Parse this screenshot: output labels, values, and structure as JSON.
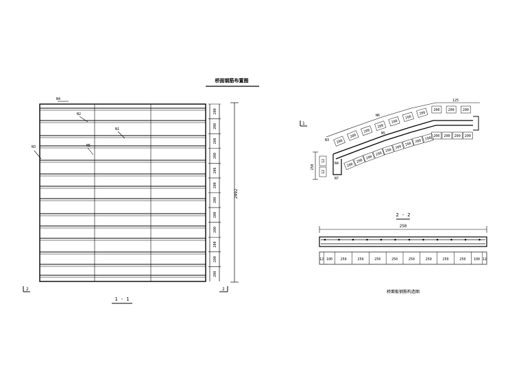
{
  "titles": {
    "top_right_title": "桥面钢筋布置图",
    "section_1": "1 - 1",
    "section_2": "2 - 2",
    "bottom_right_caption": "桥面板钢筋构造图"
  },
  "marks": {
    "n4": "N4",
    "n2": "N2",
    "n1": "N1",
    "n3": "N3",
    "n5": "N5",
    "cut_left": "2",
    "cut_right": "2",
    "cut_top": "1",
    "n3b": "N3",
    "n6": "N6",
    "n5b": "N5",
    "n7": "N7",
    "n4b": "N4"
  },
  "left_view": {
    "right_dims": [
      "200",
      "200",
      "200",
      "200",
      "200",
      "200",
      "200",
      "200",
      "200",
      "200",
      "200",
      "200"
    ],
    "total_dim": "2492"
  },
  "arc_view": {
    "bottom_dims": [
      "200",
      "200",
      "200",
      "200",
      "200",
      "200",
      "200",
      "200",
      "200",
      "200",
      "200",
      "200",
      "200"
    ],
    "top_dims": [
      "200",
      "200",
      "200",
      "200",
      "200",
      "200",
      "200",
      "200",
      "200",
      "200"
    ],
    "n_label": "125",
    "left_vertical_dim": "250",
    "left_small_dims": [
      "12",
      "12"
    ]
  },
  "section_2": {
    "total_dim": "250",
    "bottom_dims": [
      "12",
      "100",
      "250",
      "250",
      "250",
      "250",
      "250",
      "250",
      "250",
      "250",
      "100",
      "12"
    ]
  }
}
